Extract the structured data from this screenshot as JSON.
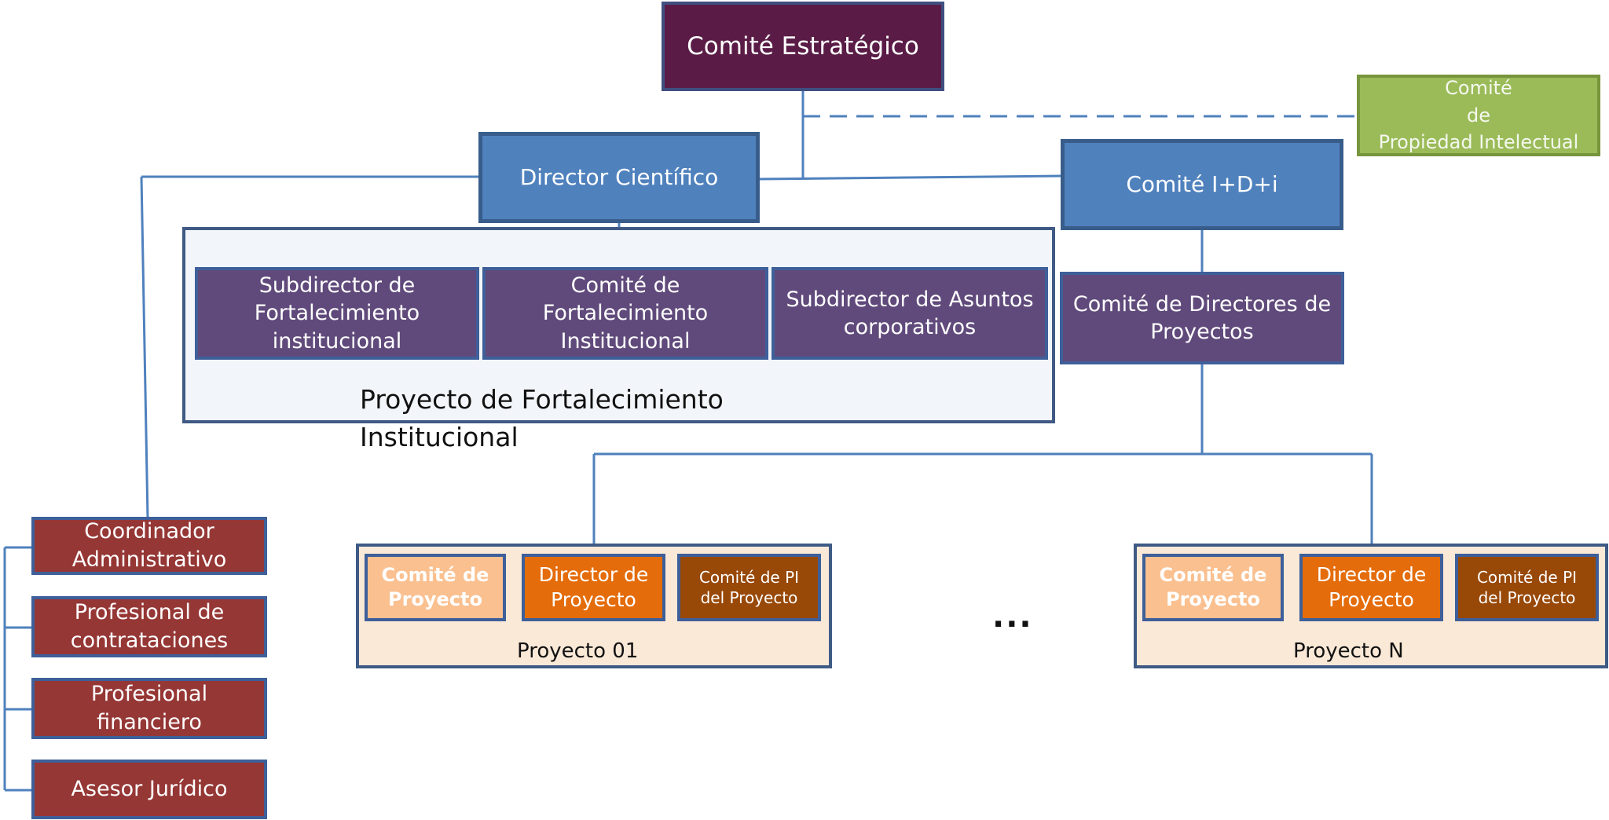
{
  "top": {
    "strategic": "Comité Estratégico",
    "ip_committee": [
      "Comité",
      "de",
      "Propiedad Intelectual"
    ]
  },
  "level2": {
    "scientific_director": "Director Científico",
    "rdi_committee": "Comité I+D+i"
  },
  "fortalecimiento": {
    "units": [
      [
        "Subdirector de",
        "Fortalecimiento",
        "institucional"
      ],
      [
        "Comité de",
        "Fortalecimiento",
        "Institucional"
      ],
      [
        "Subdirector de Asuntos",
        "corporativos"
      ]
    ],
    "label": [
      "Proyecto de Fortalecimiento",
      "Institucional"
    ]
  },
  "directors_committee": [
    "Comité de Directores de",
    "Proyectos"
  ],
  "admin_units": [
    [
      "Coordinador",
      "Administrativo"
    ],
    [
      "Profesional de",
      "contrataciones"
    ],
    [
      "Profesional",
      "financiero"
    ],
    [
      "Asesor Jurídico"
    ]
  ],
  "project_units": {
    "committee": [
      "Comité de",
      "Proyecto"
    ],
    "director": [
      "Director de",
      "Proyecto"
    ],
    "ip": [
      "Comité de PI",
      "del Proyecto"
    ]
  },
  "projects": [
    "Proyecto 01",
    "Proyecto N"
  ],
  "ellipsis": "..."
}
